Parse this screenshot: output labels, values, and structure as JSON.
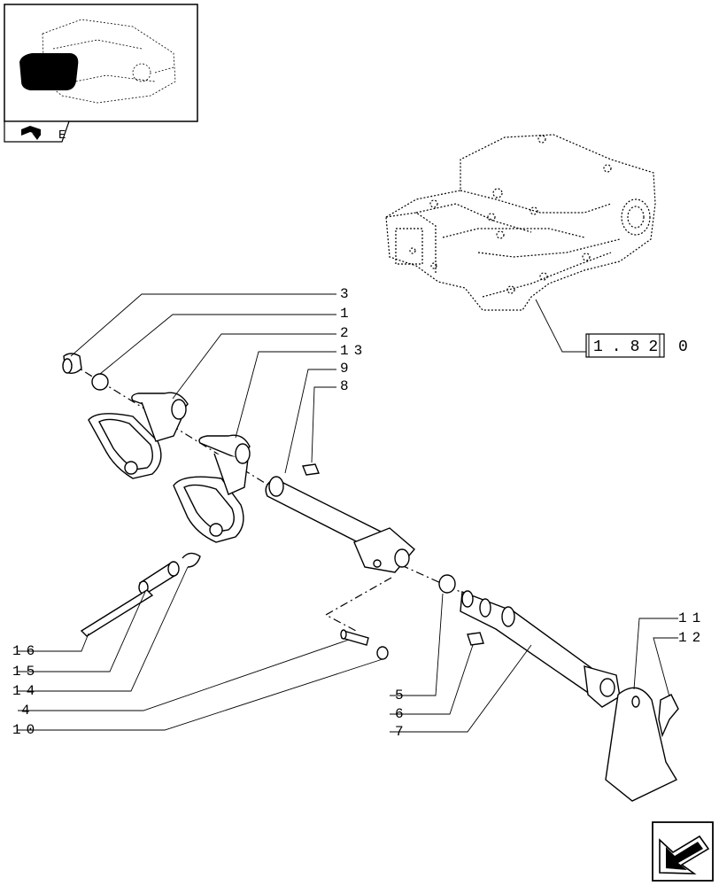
{
  "thumbnail": {
    "label": "E"
  },
  "reference": {
    "code": "1.82",
    "suffix": "0 0"
  },
  "callouts": {
    "c3": "3",
    "c1": "1",
    "c2": "2",
    "c13": "13",
    "c9": "9",
    "c8": "8",
    "c16": "16",
    "c15": "15",
    "c14": "14",
    "c4": "4",
    "c10": "10",
    "c5": "5",
    "c6": "6",
    "c7": "7",
    "c11": "11",
    "c12": "12"
  },
  "icons": {
    "thumbnail_tab": "book-arrow-icon",
    "next_page": "next-page-arrow-icon"
  }
}
